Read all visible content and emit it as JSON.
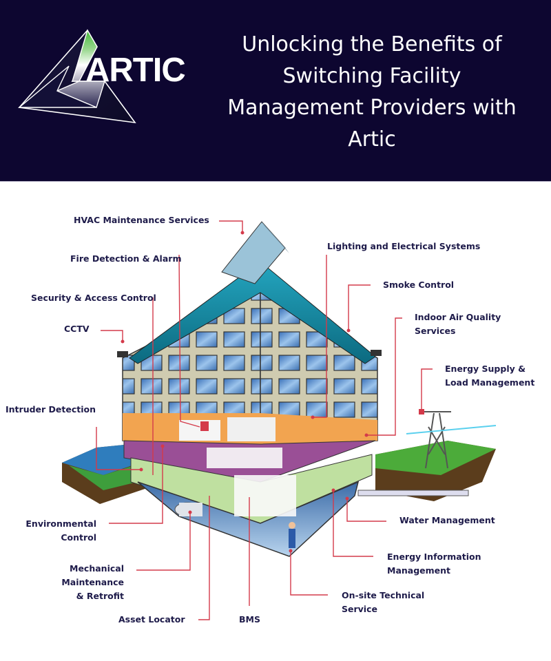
{
  "header": {
    "background": "#0d0630",
    "logo_text": "ARTIC",
    "title_lines": [
      "Unlocking the Benefits of",
      "Switching Facility",
      "Management Providers with",
      "Artic"
    ]
  },
  "diagram": {
    "leader_color": "#d43a4a",
    "label_color": "#1e1b4a",
    "labels": {
      "hvac": "HVAC Maintenance Services",
      "fire": "Fire Detection & Alarm",
      "security": "Security & Access Control",
      "cctv": "CCTV",
      "intruder": "Intruder Detection",
      "environmental_1": "Environmental",
      "environmental_2": "Control",
      "mechanical_1": "Mechanical",
      "mechanical_2": "Maintenance",
      "mechanical_3": "& Retrofit",
      "asset": "Asset Locator",
      "bms": "BMS",
      "lighting": "Lighting and Electrical Systems",
      "smoke": "Smoke Control",
      "iaq_1": "Indoor Air Quality",
      "iaq_2": "Services",
      "energy_supply_1": "Energy Supply &",
      "energy_supply_2": "Load Management",
      "water": "Water Management",
      "energy_info_1": "Energy Information",
      "energy_info_2": "Management",
      "onsite_1": "On-site Technical",
      "onsite_2": "Service"
    }
  }
}
